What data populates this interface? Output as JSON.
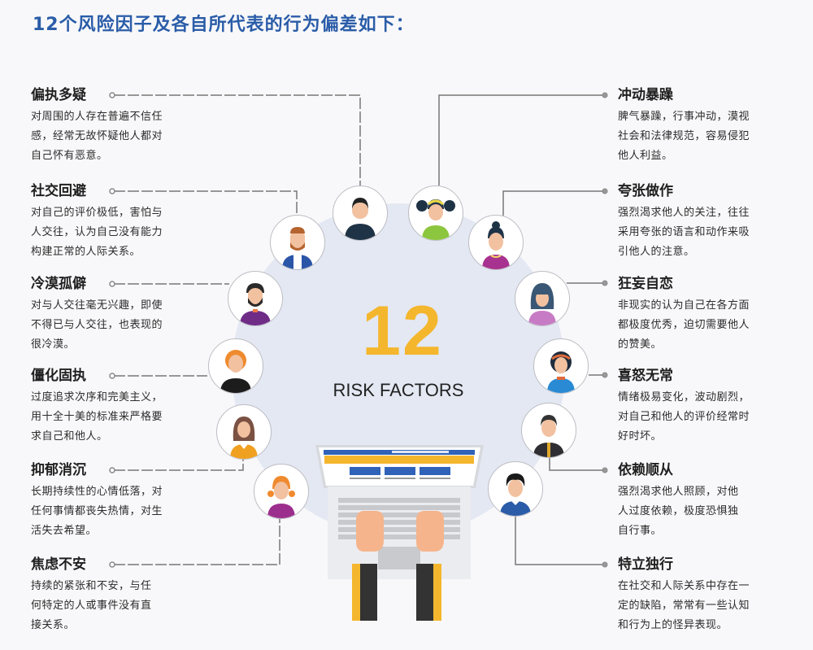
{
  "title": "12个风险因子及各自所代表的行为偏差如下：",
  "center": {
    "number": "12",
    "label": "RISK FACTORS"
  },
  "colors": {
    "title": "#2a5ca8",
    "accent_yellow": "#f4b62d",
    "circle_bg": "#e3e8f2",
    "laptop_blue": "#2f62b8"
  },
  "left_factors": [
    {
      "name": "偏执多疑",
      "desc": [
        "对周围的人存在普遍不信任",
        "感，经常无故怀疑他人都对",
        "自己怀有恶意。"
      ]
    },
    {
      "name": "社交回避",
      "desc": [
        "对自己的评价极低，害怕与",
        "人交往，认为自己没有能力",
        "构建正常的人际关系。"
      ]
    },
    {
      "name": "冷漠孤僻",
      "desc": [
        "对与人交往毫无兴趣，即使",
        "不得已与人交往，也表现的",
        "很冷漠。"
      ]
    },
    {
      "name": "僵化固执",
      "desc": [
        "过度追求次序和完美主义，",
        "用十全十美的标准来严格要",
        "求自己和他人。"
      ]
    },
    {
      "name": "抑郁消沉",
      "desc": [
        "长期持续性的心情低落，对",
        "任何事情都丧失热情，对生",
        "活失去希望。"
      ]
    },
    {
      "name": "焦虑不安",
      "desc": [
        "持续的紧张和不安，与任",
        "何特定的人或事件没有直",
        "接关系。"
      ]
    }
  ],
  "right_factors": [
    {
      "name": "冲动暴躁",
      "desc": [
        "脾气暴躁，行事冲动，漠视",
        "社会和法律规范，容易侵犯",
        "他人利益。"
      ]
    },
    {
      "name": "夸张做作",
      "desc": [
        "强烈渴求他人的关注，往往",
        "采用夸张的语言和动作来吸",
        "引他人的注意。"
      ]
    },
    {
      "name": "狂妄自恋",
      "desc": [
        "非现实的认为自己在各方面",
        "都极度优秀，迫切需要他人",
        "的赞美。"
      ]
    },
    {
      "name": "喜怒无常",
      "desc": [
        "情绪极易变化，波动剧烈，",
        "对自己和他人的评价经常时",
        "好时坏。"
      ]
    },
    {
      "name": "依赖顺从",
      "desc": [
        "强烈渴求他人照顾，对他",
        "人过度依赖，极度恐惧独",
        "自行事。"
      ]
    },
    {
      "name": "特立独行",
      "desc": [
        "在社交和人际关系中存在一",
        "定的缺陷，常常有一些认知",
        "和行为上的怪异表现。"
      ]
    }
  ]
}
